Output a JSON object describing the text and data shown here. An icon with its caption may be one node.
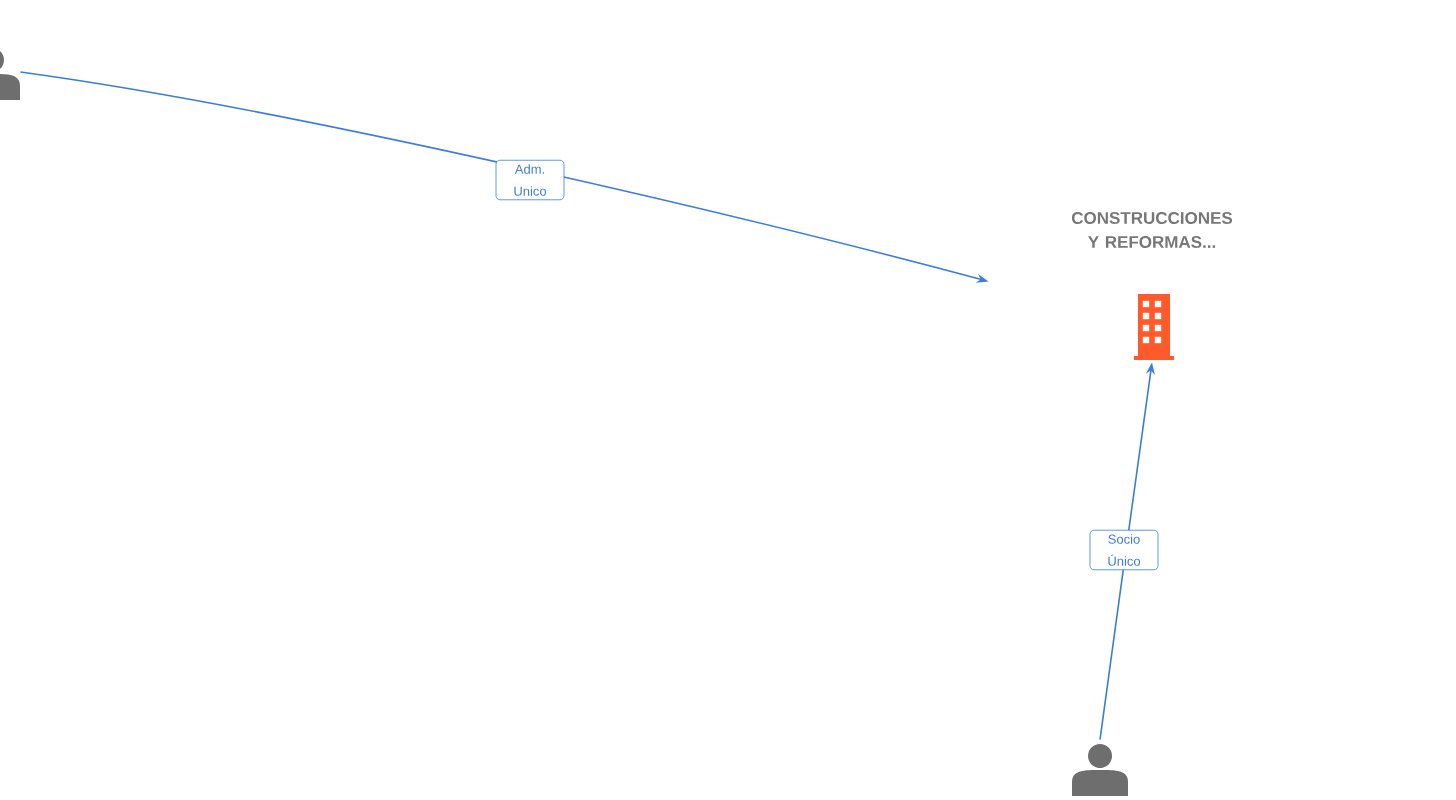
{
  "diagram": {
    "nodes": [
      {
        "text": [],
        "shape": "person"
      },
      {
        "text": [
          "CONSTRUCCIONES Y REFORMAS..."
        ]
      },
      {
        "text": [],
        "shape": "person"
      }
    ],
    "edges": [
      {
        "from": 0,
        "to": 1,
        "arrow": "to",
        "label": "Adm. Unico"
      },
      {
        "from": 2,
        "to": 1,
        "arrow": "to",
        "label": "Socio Único"
      }
    ]
  }
}
